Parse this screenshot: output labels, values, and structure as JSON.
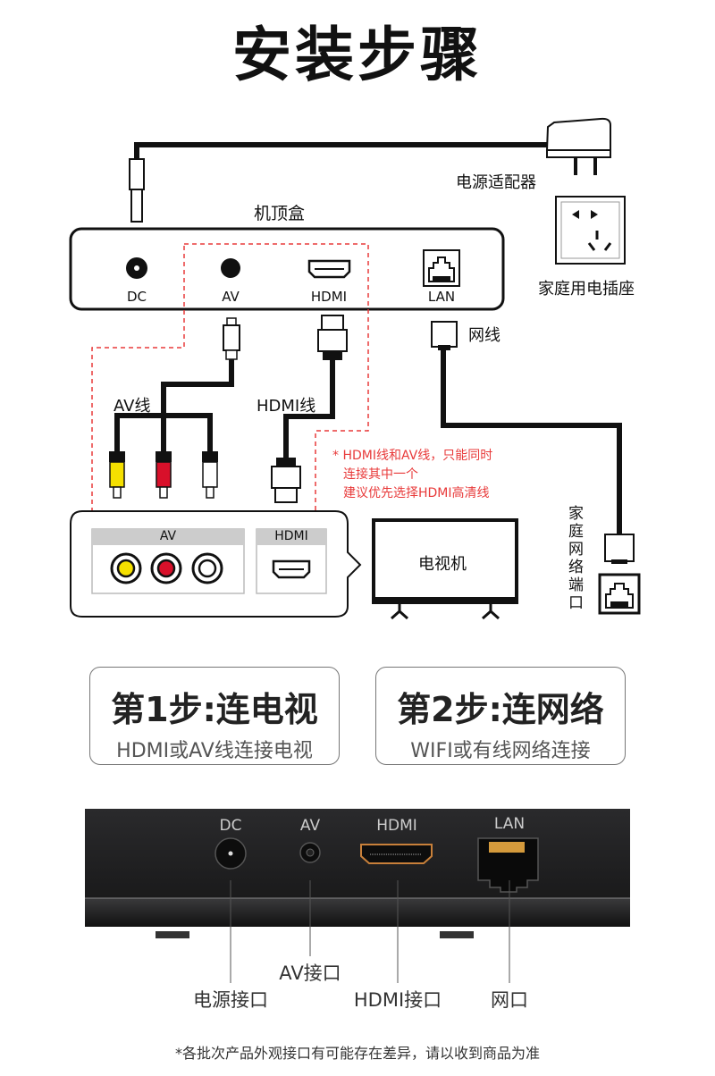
{
  "title": "安装步骤",
  "diagram": {
    "adapter_label": "电源适配器",
    "socket_label": "家庭用电插座",
    "stb_label": "机顶盒",
    "stb_ports": [
      "DC",
      "AV",
      "HDMI",
      "LAN"
    ],
    "lan_cable_label": "网线",
    "av_cable_label": "AV线",
    "hdmi_cable_label": "HDMI线",
    "warning_lines": [
      "* HDMI线和AV线，只能同时",
      "连接其中一个",
      "建议优先选择HDMI高清线"
    ],
    "tv_panel_av": "AV",
    "tv_panel_hdmi": "HDMI",
    "tv_label": "电视机",
    "home_network_port_label": "家庭网络端口",
    "colors": {
      "warning": "#e83a3a",
      "av_yellow": "#f5e000",
      "av_red": "#d8102a",
      "hdmi_gold": "#c8803a"
    }
  },
  "steps": [
    {
      "heading": "第1步:连电视",
      "sub": "HDMI或AV线连接电视"
    },
    {
      "heading": "第2步:连网络",
      "sub": "WIFI或有线网络连接"
    }
  ],
  "device": {
    "ports": [
      "DC",
      "AV",
      "HDMI",
      "LAN"
    ],
    "callouts": [
      "电源接口",
      "AV接口",
      "HDMI接口",
      "网口"
    ]
  },
  "footnote": "*各批次产品外观接口有可能存在差异，请以收到商品为准"
}
